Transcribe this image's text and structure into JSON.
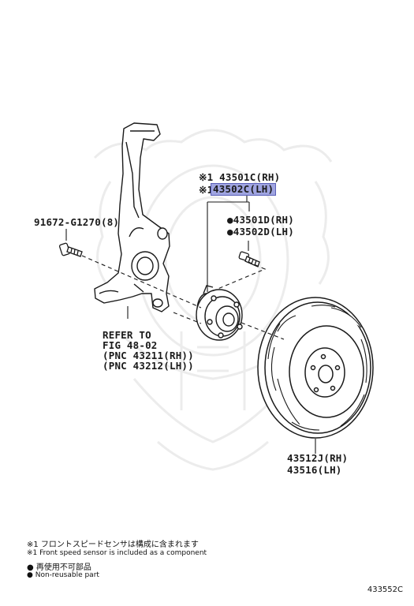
{
  "labels": {
    "hub_rh": "※1 43501C(RH)",
    "hub_lh_marker": "※1",
    "hub_lh": "43502C(LH)",
    "bolt": "91672-G1270(8)",
    "stud_rh": "●43501D(RH)",
    "stud_lh": "●43502D(LH)",
    "refer_1": "REFER TO",
    "refer_2": "FIG 48-02",
    "refer_3": "(PNC 43211(RH))",
    "refer_4": "(PNC 43212(LH))",
    "rotor_rh": "43512J(RH)",
    "rotor_lh": "43516(LH)"
  },
  "legend": {
    "note_jp": "※1 フロントスピードセンサは構成に含まれます",
    "note_en": "※1 Front speed sensor is included as a component",
    "nonreuse_jp": "● 再使用不可部品",
    "nonreuse_en": "● Non-reusable part"
  },
  "figure_code": "433552C",
  "colors": {
    "line": "#1a1a1a",
    "highlight": "#9fa4e0",
    "watermark": "#eeeeee"
  }
}
